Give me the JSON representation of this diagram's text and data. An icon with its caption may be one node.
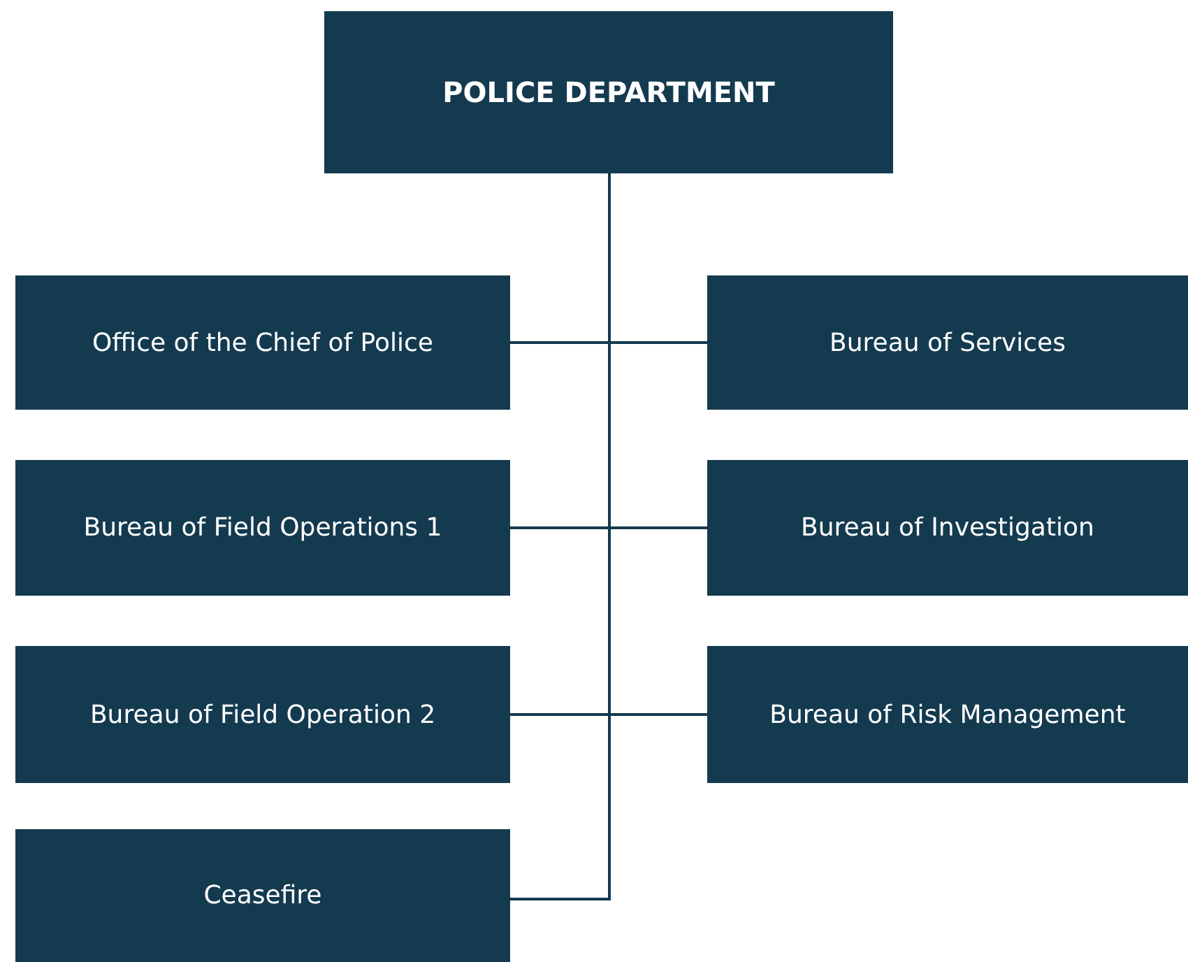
{
  "diagram": {
    "nodes": [
      {
        "text": [
          "POLICE DEPARTMENT"
        ]
      },
      {
        "text": [
          "Office of the Chief of Police"
        ]
      },
      {
        "text": [
          "Bureau of Services"
        ]
      },
      {
        "text": [
          "Bureau of Field Operations 1"
        ]
      },
      {
        "text": [
          "Bureau of Investigation"
        ]
      },
      {
        "text": [
          "Bureau of Field Operation 2"
        ]
      },
      {
        "text": [
          "Bureau of Risk Management"
        ]
      },
      {
        "text": [
          "Ceasefire"
        ]
      }
    ],
    "edges": [
      {
        "from": 0,
        "to": 1,
        "arrow": "none"
      },
      {
        "from": 0,
        "to": 2,
        "arrow": "none"
      },
      {
        "from": 0,
        "to": 3,
        "arrow": "none"
      },
      {
        "from": 0,
        "to": 4,
        "arrow": "none"
      },
      {
        "from": 0,
        "to": 5,
        "arrow": "none"
      },
      {
        "from": 0,
        "to": 6,
        "arrow": "none"
      },
      {
        "from": 0,
        "to": 7,
        "arrow": "none"
      }
    ]
  }
}
